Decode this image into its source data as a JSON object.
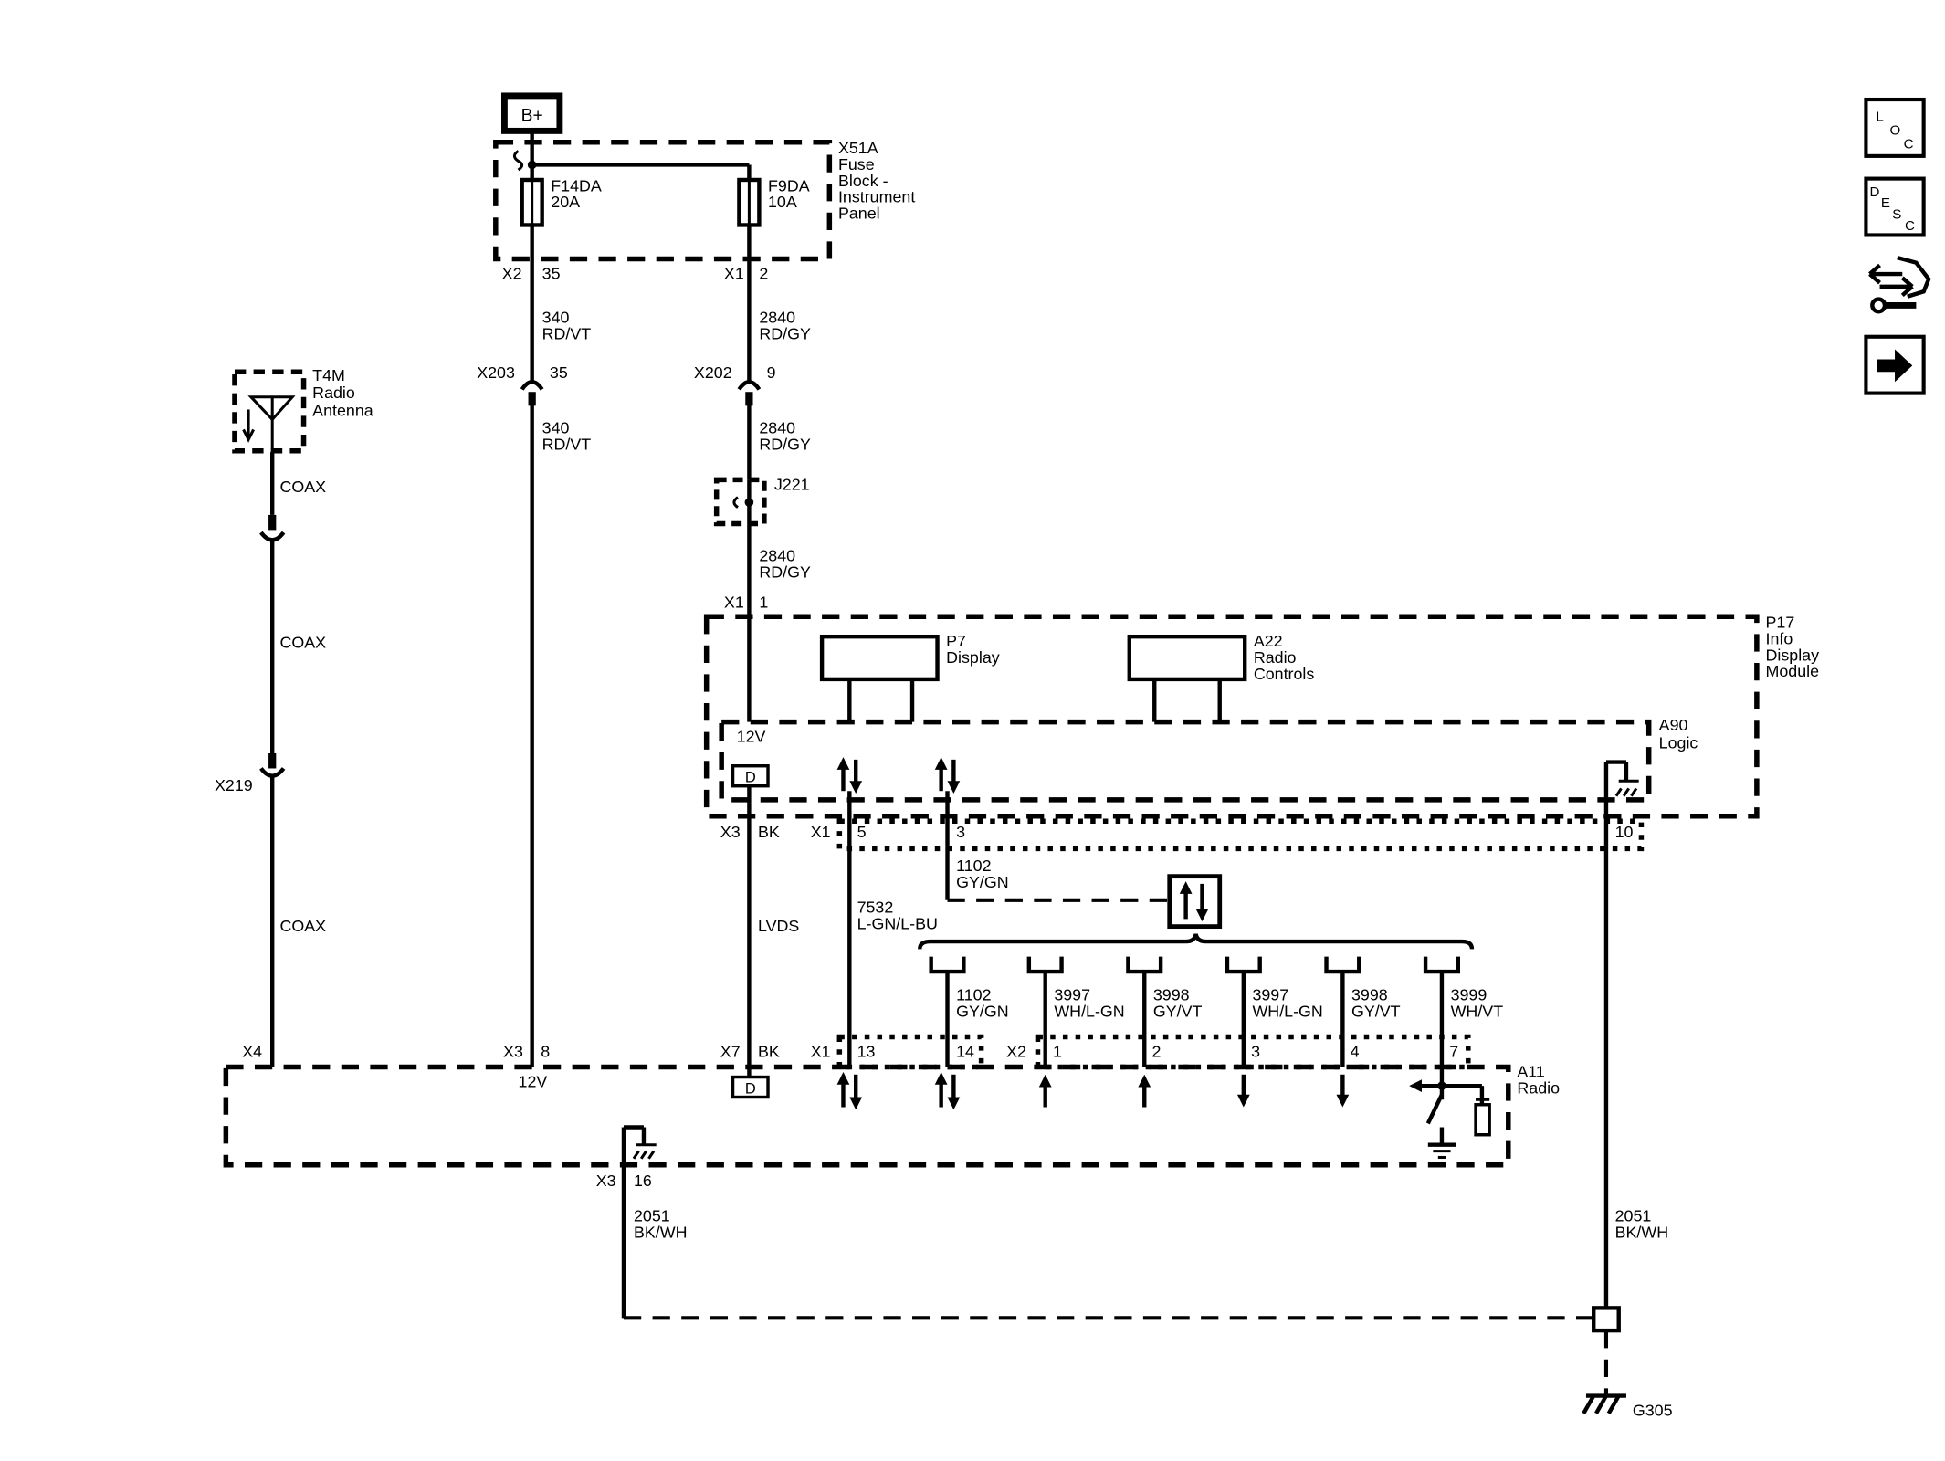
{
  "power": {
    "bplus": "B+"
  },
  "fuse_block": {
    "name_lines": [
      "X51A",
      "Fuse",
      "Block -",
      "Instrument",
      "Panel"
    ],
    "fuse1": {
      "name": "F14DA",
      "rating": "20A",
      "conn": "X2",
      "pin": "35"
    },
    "fuse2": {
      "name": "F9DA",
      "rating": "10A",
      "conn": "X1",
      "pin": "2"
    }
  },
  "wires": {
    "w340_circuit": "340",
    "w340_color": "RD/VT",
    "w2840_circuit": "2840",
    "w2840_color": "RD/GY",
    "w1102_circuit": "1102",
    "w1102_color": "GY/GN",
    "w7532_circuit": "7532",
    "w7532_color": "L-GN/L-BU",
    "lvds": "LVDS",
    "coax": "COAX",
    "w2051_circuit": "2051",
    "w2051_color": "BK/WH"
  },
  "inline_connectors": {
    "x203": {
      "name": "X203",
      "pin": "35"
    },
    "x202": {
      "name": "X202",
      "pin": "9"
    },
    "x219": {
      "name": "X219"
    },
    "j221": {
      "name": "J221"
    }
  },
  "antenna": {
    "name_lines": [
      "T4M",
      "Radio",
      "Antenna"
    ]
  },
  "info_display": {
    "name_lines": [
      "P17",
      "Info",
      "Display",
      "Module"
    ],
    "display": {
      "name_lines": [
        "P7",
        "Display"
      ]
    },
    "controls": {
      "name_lines": [
        "A22",
        "Radio",
        "Controls"
      ]
    },
    "logic": {
      "name_lines": [
        "A90",
        "Logic"
      ],
      "voltage": "12V",
      "d_label": "D"
    },
    "top_conn": "X1",
    "top_pin": "1",
    "x3_conn": "X3",
    "x3_pin": "BK",
    "x1_conn": "X1",
    "x1_pin5": "5",
    "x1_pin3": "3",
    "x1_pin10": "10"
  },
  "bus_wires": [
    {
      "circuit": "1102",
      "color": "GY/GN"
    },
    {
      "circuit": "3997",
      "color": "WH/L-GN"
    },
    {
      "circuit": "3998",
      "color": "GY/VT"
    },
    {
      "circuit": "3997",
      "color": "WH/L-GN"
    },
    {
      "circuit": "3998",
      "color": "GY/VT"
    },
    {
      "circuit": "3999",
      "color": "WH/VT"
    }
  ],
  "radio": {
    "name_lines": [
      "A11",
      "Radio"
    ],
    "x4": "X4",
    "x3": "X3",
    "x3_pin": "8",
    "voltage": "12V",
    "x7": "X7",
    "x7_pin": "BK",
    "d_label": "D",
    "x1": "X1",
    "x1_pin13": "13",
    "x1_pin14": "14",
    "x2": "X2",
    "x2_pins": [
      "1",
      "2",
      "3",
      "4",
      "7"
    ],
    "ground_conn": "X3",
    "ground_pin": "16"
  },
  "ground": {
    "name": "G305"
  },
  "nav_icons": [
    {
      "name": "loc-icon",
      "letters": [
        "L",
        "O",
        "C"
      ]
    },
    {
      "name": "desc-icon",
      "letters": [
        "D",
        "E",
        "S",
        "C"
      ]
    },
    {
      "name": "connector-repair-icon"
    },
    {
      "name": "next-page-icon"
    }
  ]
}
